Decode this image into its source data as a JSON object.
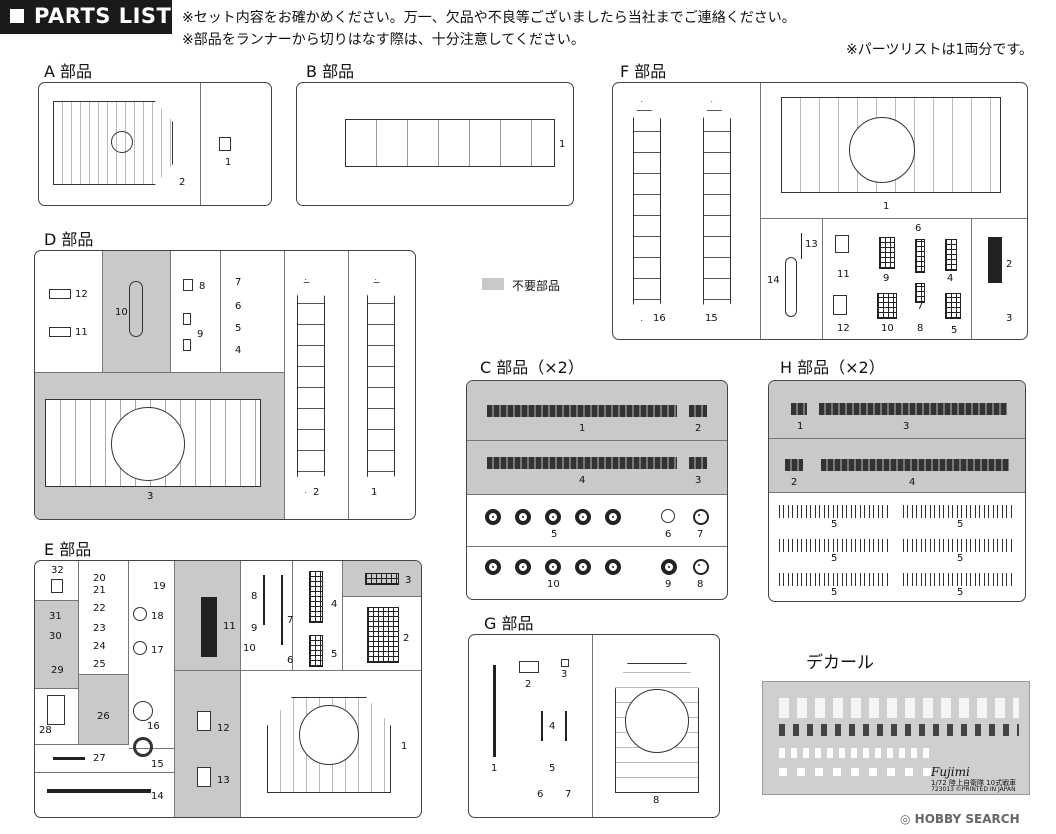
{
  "header": {
    "title": "PARTS LIST"
  },
  "notes": {
    "line1": "※セット内容をお確かめください。万一、欠品や不良等ございましたら当社までご連絡ください。",
    "line2": "※部品をランナーから切りはなす際は、十分注意してください。",
    "line3": "※パーツリストは1両分です。"
  },
  "legend": {
    "unused_label": "不要部品"
  },
  "sections": {
    "a": {
      "title": "A 部品",
      "parts": [
        "2",
        "1"
      ]
    },
    "b": {
      "title": "B 部品",
      "parts": [
        "1"
      ]
    },
    "f": {
      "title": "F 部品",
      "parts": [
        "16",
        "15",
        "1",
        "13",
        "14",
        "11",
        "9",
        "6",
        "4",
        "2",
        "12",
        "10",
        "7",
        "8",
        "5",
        "3"
      ]
    },
    "d": {
      "title": "D 部品",
      "parts": [
        "12",
        "11",
        "10",
        "8",
        "9",
        "7",
        "6",
        "5",
        "4",
        "3",
        "2",
        "1"
      ]
    },
    "c": {
      "title": "C 部品（×2）",
      "parts": [
        "1",
        "2",
        "4",
        "3",
        "5",
        "6",
        "7",
        "10",
        "9",
        "8"
      ]
    },
    "h": {
      "title": "H 部品（×2）",
      "parts": [
        "1",
        "3",
        "2",
        "4",
        "5",
        "5",
        "5",
        "5",
        "5",
        "5"
      ]
    },
    "e": {
      "title": "E 部品",
      "parts": [
        "32",
        "20",
        "21",
        "19",
        "31",
        "22",
        "18",
        "30",
        "23",
        "24",
        "17",
        "29",
        "25",
        "11",
        "8",
        "9",
        "10",
        "7",
        "6",
        "4",
        "5",
        "3",
        "2",
        "26",
        "28",
        "16",
        "12",
        "15",
        "27",
        "13",
        "14",
        "1"
      ]
    },
    "g": {
      "title": "G 部品",
      "parts": [
        "2",
        "3",
        "4",
        "5",
        "1",
        "6",
        "7",
        "8"
      ]
    }
  },
  "decal": {
    "title": "デカール",
    "brand": "Fujimi",
    "line1": "1/72 陸上自衛隊 10式戦車",
    "line2": "723013 ©PRINTED IN JAPAN"
  },
  "watermark": {
    "text": "HOBBY SEARCH"
  }
}
